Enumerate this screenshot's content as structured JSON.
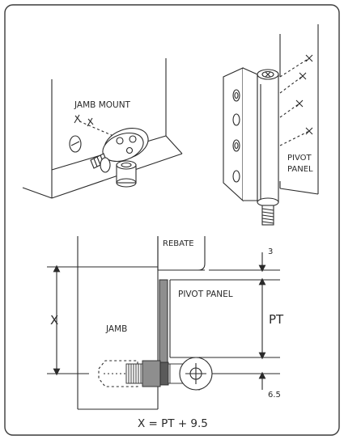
{
  "labels": {
    "jamb_mount": "JAMB MOUNT",
    "pivot_panel_top_line1": "PIVOT",
    "pivot_panel_top_line2": "PANEL",
    "rebate": "REBATE",
    "dim_3": "3",
    "pivot_panel": "PIVOT PANEL",
    "pt": "PT",
    "x": "X",
    "jamb": "JAMB",
    "dim_6_5": "6.5",
    "formula": "X = PT + 9.5"
  },
  "colors": {
    "stroke": "#2a2a2a",
    "hinge_fill": "#8e8e8e",
    "hinge_dark": "#5a5a5a",
    "border": "#3a3a3a"
  }
}
